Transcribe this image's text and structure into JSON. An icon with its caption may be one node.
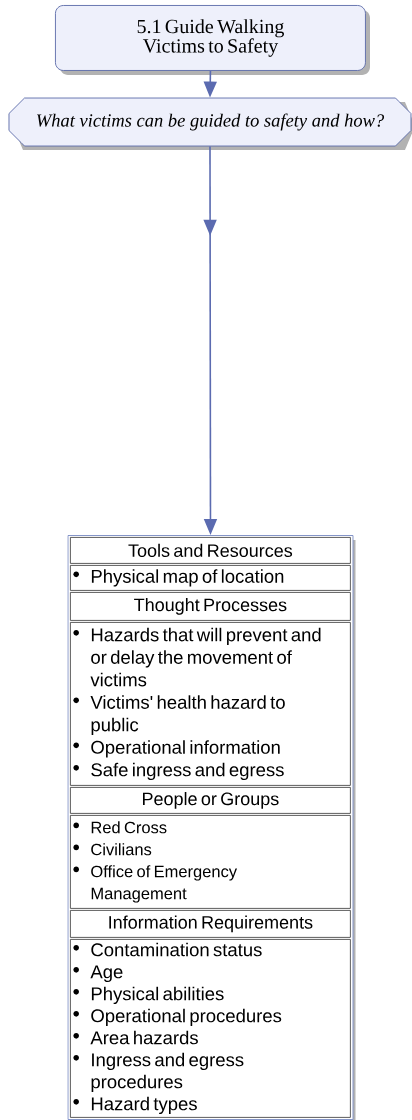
{
  "diagram": {
    "nodes": [
      {
        "text": [
          "5.1 Guide Walking Victims to Safety"
        ]
      },
      {
        "text": [
          "What victims can be guided to safety and how?"
        ]
      },
      {
        "text": [],
        "shape": "box"
      },
      {
        "text": [
          "Tools and Resources"
        ],
        "in": 2
      },
      {
        "text": [
          "Physical map of location"
        ],
        "in": 2
      },
      {
        "text": [
          "Thought Processes"
        ],
        "in": 2
      },
      {
        "text": [
          "Hazards that will prevent and or delay the movement of victims",
          "Victims' health hazard to public",
          "Operational information",
          "Safe ingress and egress"
        ],
        "in": 2
      },
      {
        "text": [
          "People or Groups"
        ],
        "in": 2
      },
      {
        "text": [
          "Red Cross",
          "Civilians",
          "Office of Emergency Management"
        ],
        "in": 2
      },
      {
        "text": [
          "Information Requirements"
        ],
        "in": 2
      },
      {
        "text": [
          "Contamination status",
          "Age",
          "Physical abilities",
          "Operational procedures",
          "Area hazards",
          "Ingress and egress procedures",
          "Hazard types"
        ],
        "in": 2
      }
    ],
    "edges": [
      {
        "from": 0,
        "to": 1,
        "arrow": "to"
      },
      {
        "from": 1,
        "to": 2,
        "arrow": "to"
      }
    ]
  }
}
